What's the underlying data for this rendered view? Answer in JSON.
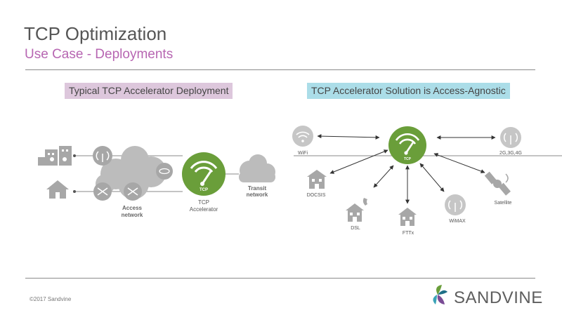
{
  "title": "TCP Optimization",
  "subtitle": "Use Case - Deployments",
  "left_heading": "Typical TCP Accelerator Deployment",
  "right_heading": "TCP Accelerator Solution is Access-Agnostic",
  "left_diagram": {
    "access_label": [
      "Access",
      "network"
    ],
    "accelerator_label": [
      "TCP",
      "Accelerator"
    ],
    "transit_label": [
      "Transit",
      "network"
    ],
    "icon_text": "TCP"
  },
  "right_diagram": {
    "center_icon_text": "TCP",
    "nodes": {
      "wifi": "WiFi",
      "mobile": "2G,3G,4G",
      "docsis": "DOCSIS",
      "dsl": "DSL",
      "fttx": "FTTx",
      "wimax": "WiMAX",
      "satellite": "Satellite"
    }
  },
  "footer": "©2017 Sandvine",
  "logo_text": "SANDVINE",
  "colors": {
    "subtitle": "#b766b2",
    "left_box": "#ddc7dc",
    "right_box": "#abdde8",
    "accelerator_green": "#6a9e3a",
    "icon_gray": "#a7a7a7"
  }
}
